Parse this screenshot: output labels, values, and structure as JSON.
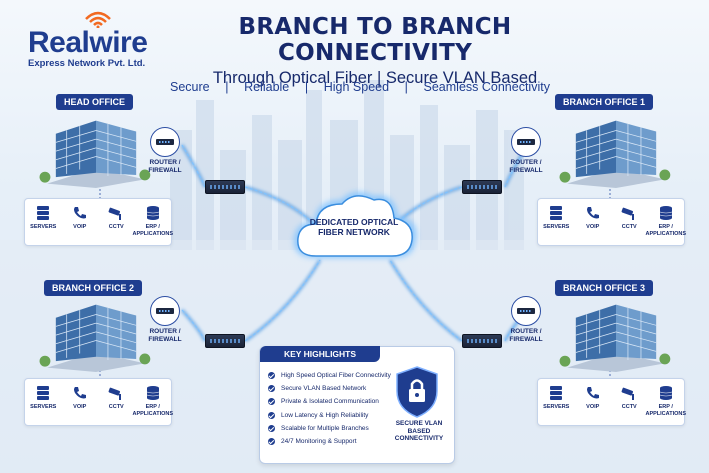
{
  "brand": {
    "name": "Realwire",
    "sub": "Express Network Pvt. Ltd."
  },
  "header": {
    "title": "BRANCH TO BRANCH CONNECTIVITY",
    "subtitle": "Through Optical Fiber | Secure VLAN Based"
  },
  "tags": [
    "Secure",
    "Reliable",
    "High Speed",
    "Seamless Connectivity"
  ],
  "cloud_label": "DEDICATED OPTICAL FIBER NETWORK",
  "router_label": "ROUTER / FIREWALL",
  "offices": [
    {
      "label": "HEAD OFFICE"
    },
    {
      "label": "BRANCH OFFICE 1"
    },
    {
      "label": "BRANCH OFFICE 2"
    },
    {
      "label": "BRANCH OFFICE 3"
    }
  ],
  "services": [
    "SERVERS",
    "VOIP",
    "CCTV",
    "ERP / APPLICATIONS"
  ],
  "highlights": {
    "title": "KEY HIGHLIGHTS",
    "items": [
      "High Speed Optical Fiber Connectivity",
      "Secure VLAN Based Network",
      "Private & Isolated Communication",
      "Low Latency & High Reliability",
      "Scalable for Multiple Branches",
      "24/7 Monitoring & Support"
    ],
    "badge": "SECURE VLAN BASED CONNECTIVITY"
  },
  "colors": {
    "navy": "#1f3d8f",
    "accent": "#f26a21",
    "fiber": "#3a8dde"
  }
}
